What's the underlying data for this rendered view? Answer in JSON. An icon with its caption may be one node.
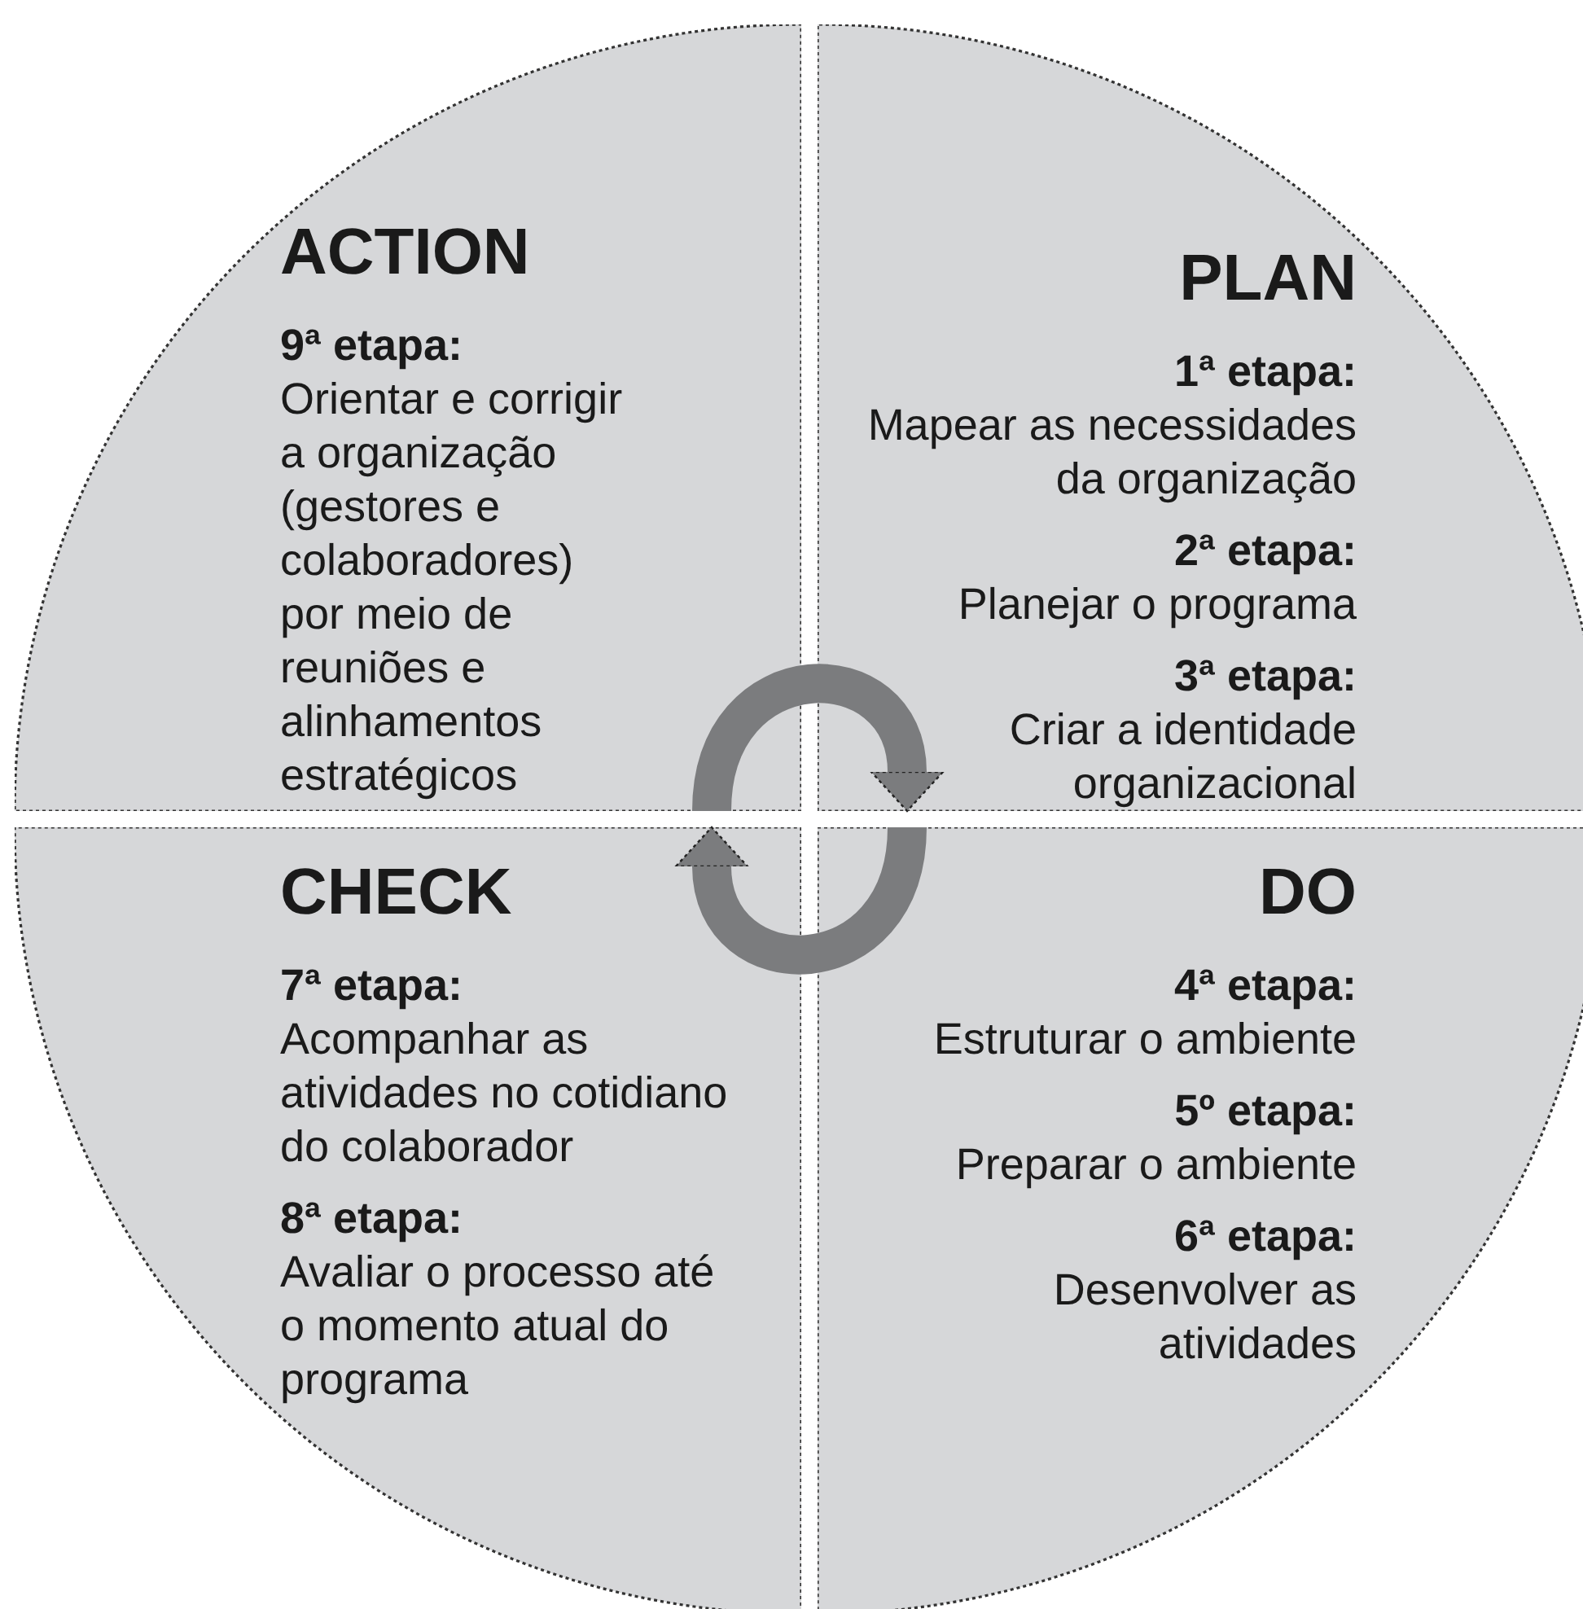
{
  "diagram": {
    "nodes": [
      {
        "text": [
          "ACTION",
          "9ª etapa:",
          "Orientar e corrigir a organização (gestores e colaboradores) por meio de reuniões e alinhamentos estratégicos"
        ]
      },
      {
        "text": [
          "PLAN",
          "1ª etapa:",
          "Mapear as necessidades da organização",
          "2ª etapa:",
          "Planejar o programa",
          "3ª etapa:",
          "Criar a identidade organizacional"
        ]
      },
      {
        "text": [
          "CHECK",
          "7ª etapa:",
          "Acompanhar as atividades no cotidiano do colaborador",
          "8ª etapa:",
          "Avaliar o processo até o momento atual do programa"
        ]
      },
      {
        "text": [
          "DO",
          "4ª etapa:",
          "Estruturar o ambiente",
          "5º etapa:",
          "Preparar o ambiente",
          "6ª etapa:",
          "Desenvolver as atividades"
        ]
      }
    ],
    "edges": [
      {
        "from": 0,
        "to": 1,
        "arrow": "to"
      },
      {
        "from": 3,
        "to": 2,
        "arrow": "to"
      }
    ]
  }
}
